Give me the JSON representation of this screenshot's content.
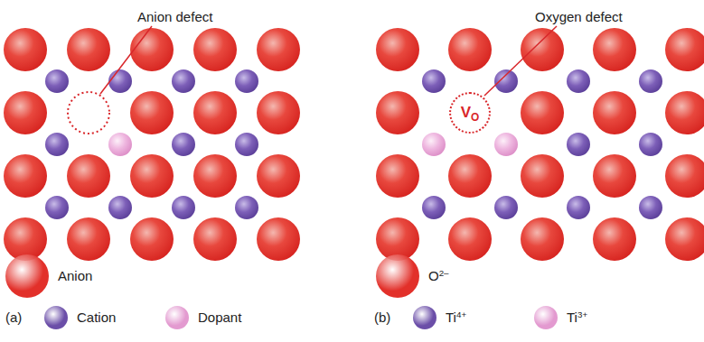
{
  "diagram": {
    "nodes": [
      {
        "text": [
          "VO"
        ]
      }
    ],
    "labels": [
      "Anion defect",
      "(a)",
      "Oxygen defect",
      "(b)"
    ],
    "legend": [
      {
        "text": "Anion",
        "color": "#e2302a"
      },
      {
        "text": "Cation",
        "color": "#6b4ea8"
      },
      {
        "text": "Dopant",
        "color": "#e39ad0"
      },
      {
        "text": "O2–",
        "color": "#e2302a"
      },
      {
        "text": "Ti4+",
        "color": "#6b4ea8"
      },
      {
        "text": "Ti3+",
        "color": "#e39ad0"
      }
    ]
  }
}
